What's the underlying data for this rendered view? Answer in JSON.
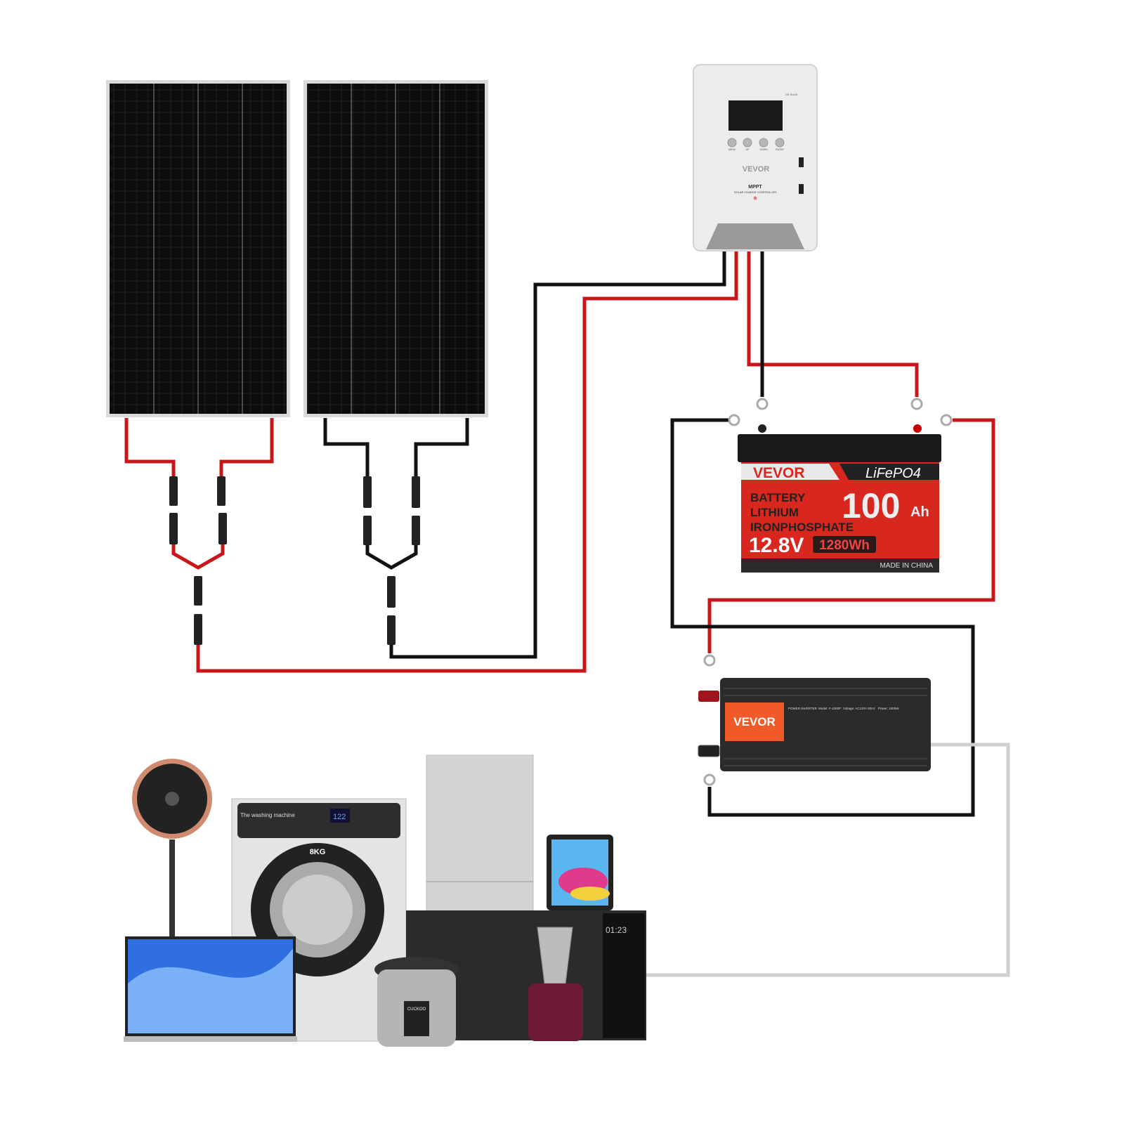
{
  "controller": {
    "brand": "VEVOR",
    "model": "MPPT",
    "subtitle": "SOLAR CHARGE CONTROLLER",
    "cert": "CE RoHS",
    "buttons": [
      "MENU",
      "UP",
      "DOWN",
      "ENTER"
    ]
  },
  "battery": {
    "brand": "VEVOR",
    "chemistry": "LiFePO4",
    "line1": "BATTERY",
    "line2": "LITHIUM",
    "line3": "IRONPHOSPHATE",
    "capacity": "100",
    "capacity_unit": "Ah",
    "voltage": "12.8V",
    "energy": "1280Wh",
    "origin": "MADE IN CHINA"
  },
  "inverter": {
    "brand": "VEVOR",
    "type": "POWER INVERTER",
    "model": "Model: F-1000P",
    "voltage": "Voltage: AC120V 60Hz",
    "power": "Power: 1000W"
  },
  "appliances": {
    "washer_label": "The washing machine",
    "washer_capacity": "8KG",
    "washer_display": "122",
    "microwave_display": "01:23",
    "cooker_brand": "CUCKOO"
  },
  "colors": {
    "positive": "#c8171b",
    "negative": "#111111",
    "ac": "#cfcfcf",
    "battery_red": "#d8271f",
    "inverter_orange": "#f05a28"
  }
}
